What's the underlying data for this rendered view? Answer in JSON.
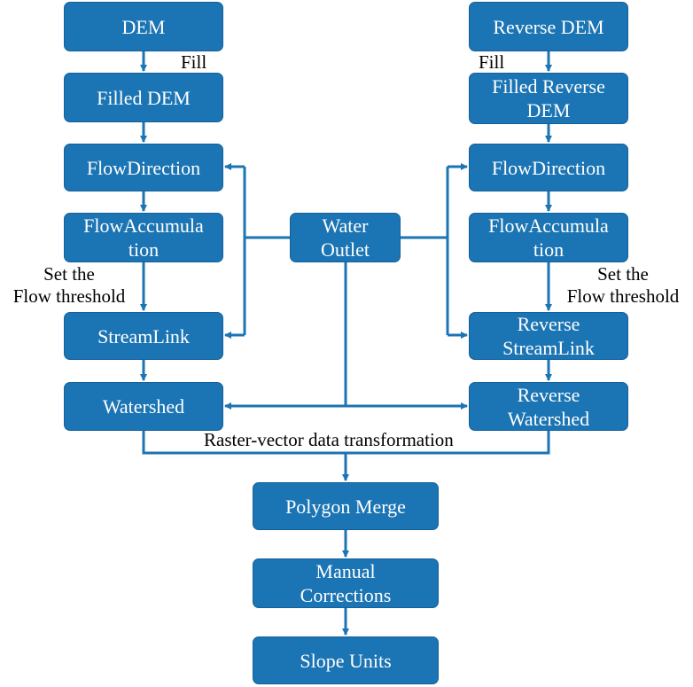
{
  "colors": {
    "box_fill": "#1b74b3",
    "connector": "#1b74b3",
    "text": "#ffffff",
    "label": "#000000"
  },
  "boxes": {
    "dem": "DEM",
    "filled_dem": "Filled DEM",
    "flow_direction_left": "FlowDirection",
    "flow_accumulation_left": [
      "FlowAccumula",
      "tion"
    ],
    "stream_link": "StreamLink",
    "watershed": "Watershed",
    "reverse_dem": "Reverse DEM",
    "filled_reverse_dem": [
      "Filled Reverse",
      "DEM"
    ],
    "flow_direction_right": "FlowDirection",
    "flow_accumulation_right": [
      "FlowAccumula",
      "tion"
    ],
    "reverse_stream_link": [
      "Reverse",
      "StreamLink"
    ],
    "reverse_watershed": [
      "Reverse",
      "Watershed"
    ],
    "water_outlet": [
      "Water",
      "Outlet"
    ],
    "polygon_merge": "Polygon Merge",
    "manual_corrections": [
      "Manual",
      "Corrections"
    ],
    "slope_units": "Slope Units"
  },
  "labels": {
    "fill_left": "Fill",
    "fill_right": "Fill",
    "threshold_left": [
      "Set the",
      "Flow threshold"
    ],
    "threshold_right": [
      "Set the",
      "Flow threshold"
    ],
    "transformation": "Raster-vector data transformation"
  }
}
